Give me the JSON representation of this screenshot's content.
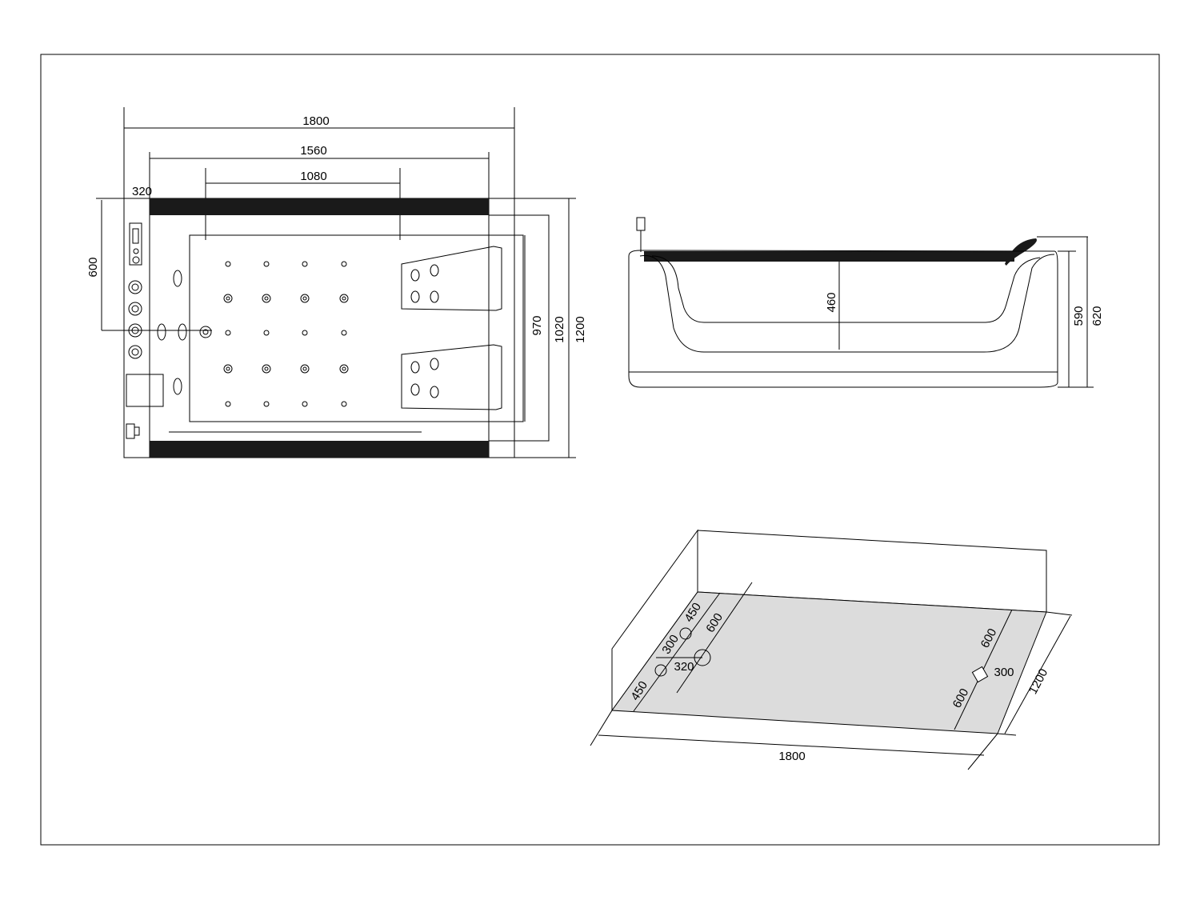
{
  "top_view": {
    "dim_overall_length": "1800",
    "dim_inner_length": "1560",
    "dim_jet_span": "1080",
    "dim_panel_width": "320",
    "dim_panel_height": "600",
    "dim_inner_width": "970",
    "dim_mid_width": "1020",
    "dim_overall_width": "1200"
  },
  "side_view": {
    "dim_inner_depth": "460",
    "dim_depth": "590",
    "dim_height": "620"
  },
  "floor_view": {
    "dim_length": "1800",
    "dim_width": "1200",
    "dim_left_a": "450",
    "dim_left_b": "600",
    "dim_left_c": "300",
    "dim_left_d": "320",
    "dim_left_e": "450",
    "dim_right_a": "600",
    "dim_right_b": "300",
    "dim_right_c": "600"
  },
  "colors": {
    "floor_fill": "#dcdcdc",
    "ink": "#000000"
  }
}
